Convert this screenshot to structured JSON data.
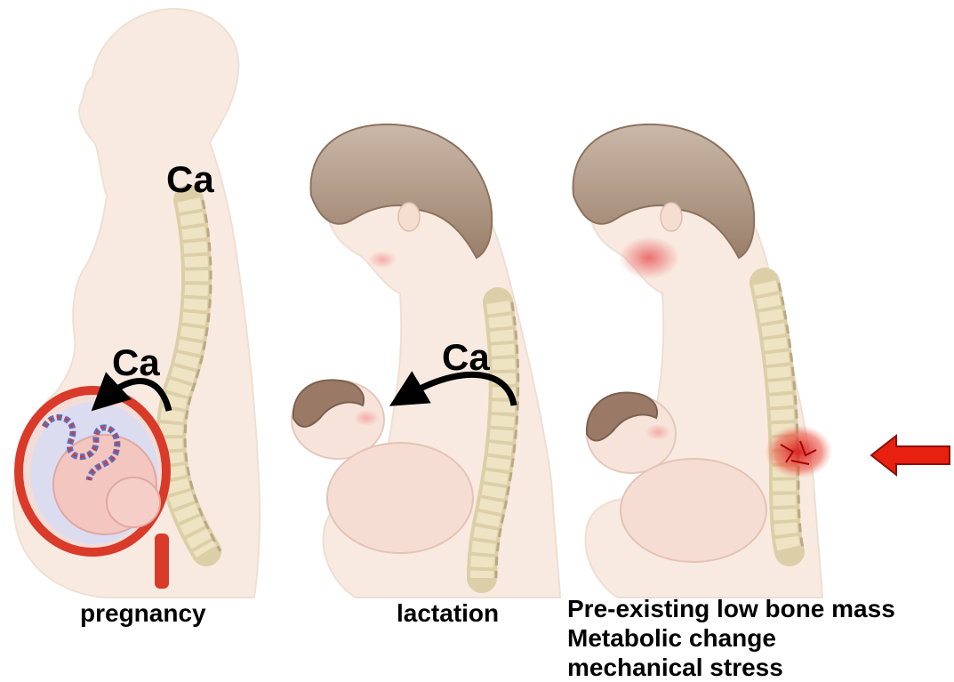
{
  "calcium_labels": {
    "spine": "Ca",
    "pregnancy": "Ca",
    "lactation": "Ca"
  },
  "panels": {
    "pregnancy": {
      "caption": "pregnancy"
    },
    "lactation": {
      "caption": "lactation"
    },
    "fracture": {
      "risk_factors": [
        "Pre-existing low bone mass",
        "Metabolic change",
        "mechanical stress"
      ]
    }
  },
  "colors": {
    "skin": "#f8eae0",
    "skin_outline": "#e6d2c4",
    "bone": "#eee4c4",
    "bone_outline": "#b9a983",
    "hair": "#a78d79",
    "uterus": "#d93a2a",
    "fetus": "#f3c6c0",
    "fracture": "#d61b1b",
    "arrow": "#e8200f"
  },
  "icons": [
    "calcium-transfer-arrow",
    "fracture-pointer-arrow"
  ]
}
